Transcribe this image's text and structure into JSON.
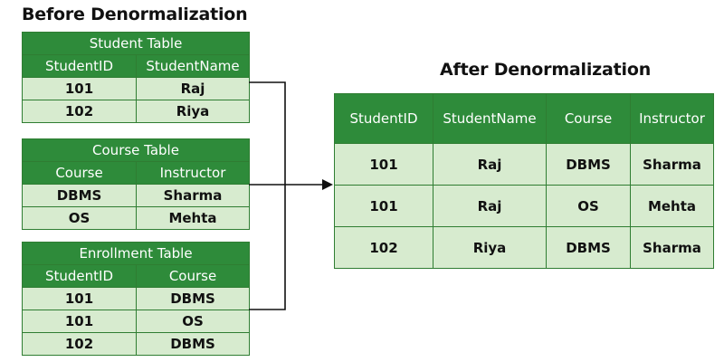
{
  "before_title": "Before Denormalization",
  "after_title": "After Denormalization",
  "student_table": {
    "title": "Student Table",
    "headers": [
      "StudentID",
      "StudentName"
    ],
    "rows": [
      [
        "101",
        "Raj"
      ],
      [
        "102",
        "Riya"
      ]
    ]
  },
  "course_table": {
    "title": "Course Table",
    "headers": [
      "Course",
      "Instructor"
    ],
    "rows": [
      [
        "DBMS",
        "Sharma"
      ],
      [
        "OS",
        "Mehta"
      ]
    ]
  },
  "enrollment_table": {
    "title": "Enrollment Table",
    "headers": [
      "StudentID",
      "Course"
    ],
    "rows": [
      [
        "101",
        "DBMS"
      ],
      [
        "101",
        "OS"
      ],
      [
        "102",
        "DBMS"
      ]
    ]
  },
  "denormalized_table": {
    "headers": [
      "StudentID",
      "StudentName",
      "Course",
      "Instructor"
    ],
    "rows": [
      [
        "101",
        "Raj",
        "DBMS",
        "Sharma"
      ],
      [
        "101",
        "Raj",
        "OS",
        "Mehta"
      ],
      [
        "102",
        "Riya",
        "DBMS",
        "Sharma"
      ]
    ]
  },
  "colors": {
    "header_green": "#2e8b3a",
    "row_green": "#d7ebcf",
    "connector": "#111111"
  }
}
